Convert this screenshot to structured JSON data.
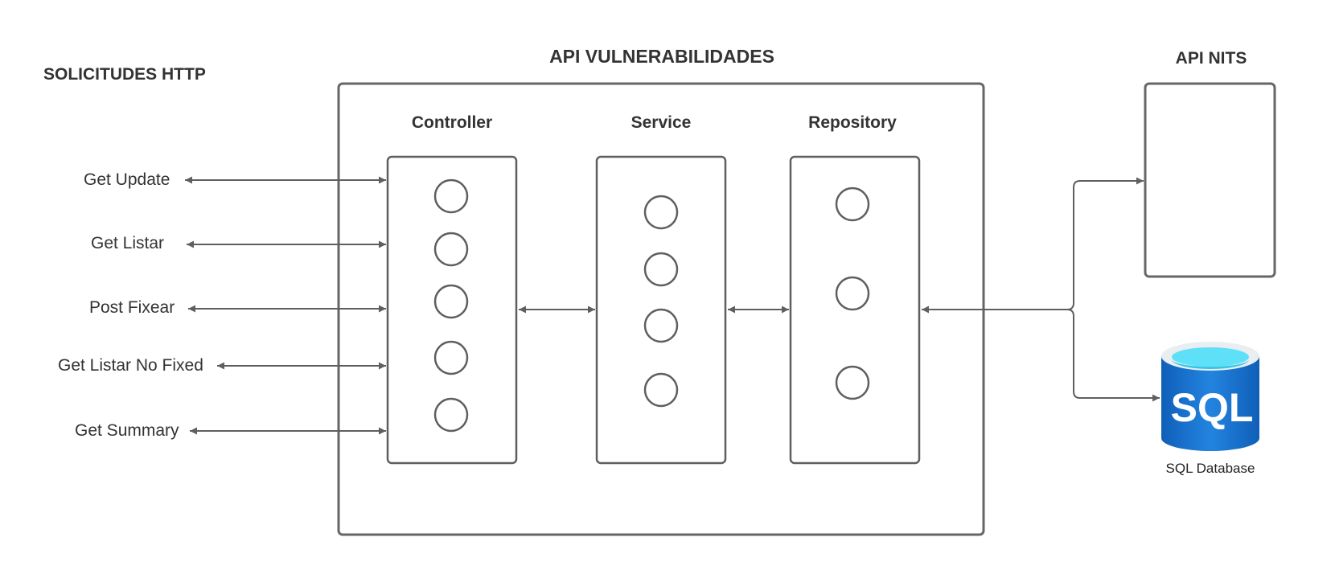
{
  "headings": {
    "requests": "SOLICITUDES HTTP",
    "api": "API VULNERABILIDADES",
    "nits": "API NITS"
  },
  "layers": [
    {
      "label": "Controller",
      "nodes": 5
    },
    {
      "label": "Service",
      "nodes": 4
    },
    {
      "label": "Repository",
      "nodes": 3
    }
  ],
  "requests": [
    "Get Update",
    "Get Listar",
    "Post Fixear",
    "Get Listar No Fixed",
    "Get Summary"
  ],
  "database": {
    "icon_text": "SQL",
    "label": "SQL Database"
  },
  "colors": {
    "line": "#5f5f5f",
    "db_top": "#5ee0f8",
    "db_body": "#1b74cf"
  }
}
